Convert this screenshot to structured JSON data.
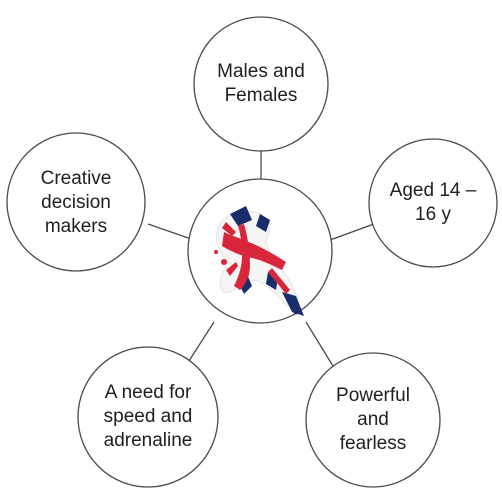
{
  "diagram": {
    "center": {
      "image": "union-jack-flag-splash"
    },
    "nodes": [
      {
        "id": "top",
        "label": "Males and\nFemales"
      },
      {
        "id": "left",
        "label": "Creative\ndecision\nmakers"
      },
      {
        "id": "right",
        "label": "Aged 14 –\n16 y"
      },
      {
        "id": "bottom-left",
        "label": "A need for\nspeed and\nadrenaline"
      },
      {
        "id": "bottom-right",
        "label": "Powerful\nand\nfearless"
      }
    ],
    "colors": {
      "stroke": "#4a4a4a",
      "text": "#1f1f1f",
      "flag_blue": "#1a2d6b",
      "flag_red": "#d8263a"
    }
  }
}
